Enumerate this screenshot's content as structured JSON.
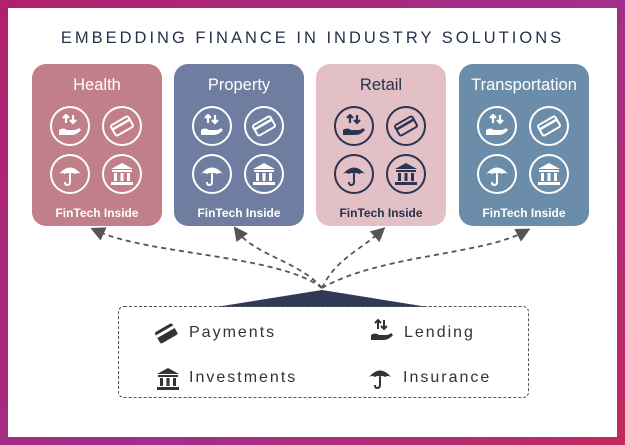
{
  "title": "EMBEDDING FINANCE IN INDUSTRY SOLUTIONS",
  "cards": [
    {
      "name": "Health",
      "footer": "FinTech Inside",
      "color": "#c07f89"
    },
    {
      "name": "Property",
      "footer": "FinTech Inside",
      "color": "#6e7da0"
    },
    {
      "name": "Retail",
      "footer": "FinTech Inside",
      "color": "#e3c0c6"
    },
    {
      "name": "Transportation",
      "footer": "FinTech Inside",
      "color": "#6c8daa"
    }
  ],
  "services": {
    "payments": "Payments",
    "lending": "Lending",
    "investments": "Investments",
    "insurance": "Insurance"
  },
  "icons": [
    "lending-icon",
    "payments-icon",
    "insurance-icon",
    "investments-icon"
  ]
}
